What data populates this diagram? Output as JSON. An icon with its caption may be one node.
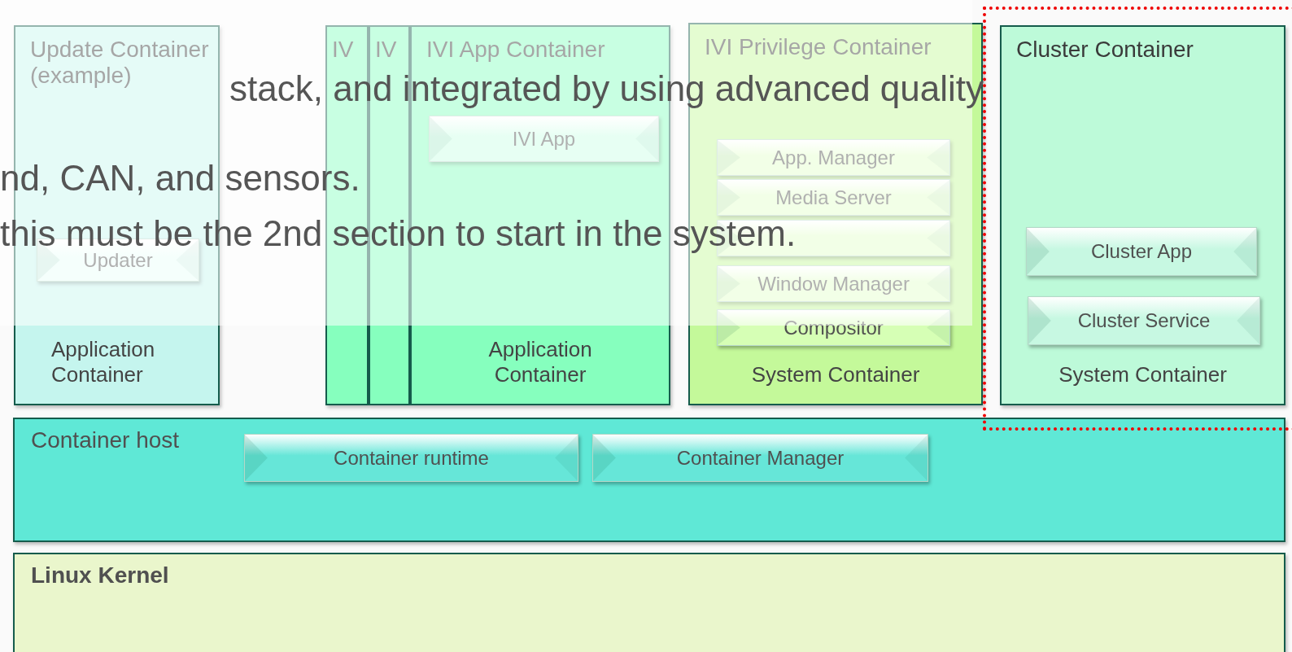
{
  "diagram": {
    "nodes": [
      {
        "text": [
          "Update Container (example)",
          "Application Container"
        ]
      },
      {
        "text": [
          "Updater"
        ],
        "in": 0
      },
      {
        "text": [
          "IV"
        ]
      },
      {
        "text": [
          "IV"
        ]
      },
      {
        "text": [
          "IVI App Container",
          "Application Container"
        ]
      },
      {
        "text": [
          "IVI App"
        ],
        "in": 4
      },
      {
        "text": [
          "IVI Privilege Container",
          "System Container"
        ]
      },
      {
        "text": [
          "App. Manager"
        ],
        "in": 6
      },
      {
        "text": [
          "Media Server"
        ],
        "in": 6
      },
      {
        "text": [],
        "shape": "box",
        "in": 6
      },
      {
        "text": [
          "Window Manager"
        ],
        "in": 6
      },
      {
        "text": [
          "Compositor"
        ],
        "in": 6
      },
      {
        "text": [
          "Cluster Container",
          "System Container"
        ]
      },
      {
        "text": [
          "Cluster App"
        ],
        "in": 12
      },
      {
        "text": [
          "Cluster Service"
        ],
        "in": 12
      },
      {
        "text": [
          "Container host"
        ]
      },
      {
        "text": [
          "Container runtime"
        ],
        "in": 15
      },
      {
        "text": [
          "Container Manager"
        ],
        "in": 15
      },
      {
        "text": [
          "Linux Kernel"
        ]
      }
    ],
    "labels": [
      "stack, and integrated by using advanced quality",
      "nd, CAN, and sensors.",
      "this must be the 2nd section to start in the system."
    ]
  }
}
